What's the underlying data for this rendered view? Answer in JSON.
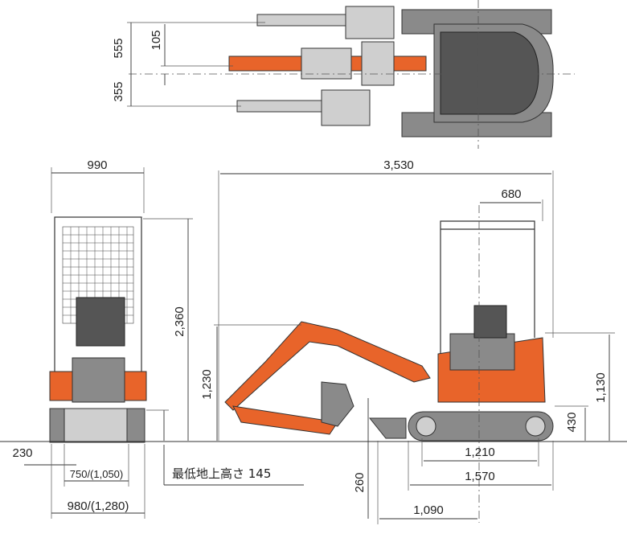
{
  "dims": {
    "top_555": "555",
    "top_105": "105",
    "top_355": "355",
    "front_width": "990",
    "overall_length": "3,530",
    "canopy_depth": "680",
    "overall_height": "2,360",
    "boom_height": "1,230",
    "counterweight_height": "1,130",
    "track_height": "430",
    "track_gauge_ground": "1,210",
    "track_length": "1,570",
    "blade_depth": "260",
    "blade_reach": "1,090",
    "blade_edge": "230",
    "track_gauge": "750/(1,050)",
    "track_width": "980/(1,280)"
  },
  "notes": {
    "min_ground_clearance": "最低地上高さ 145"
  },
  "colors": {
    "body_orange": "#e8642a",
    "frame_grey": "#8a8a8a"
  }
}
